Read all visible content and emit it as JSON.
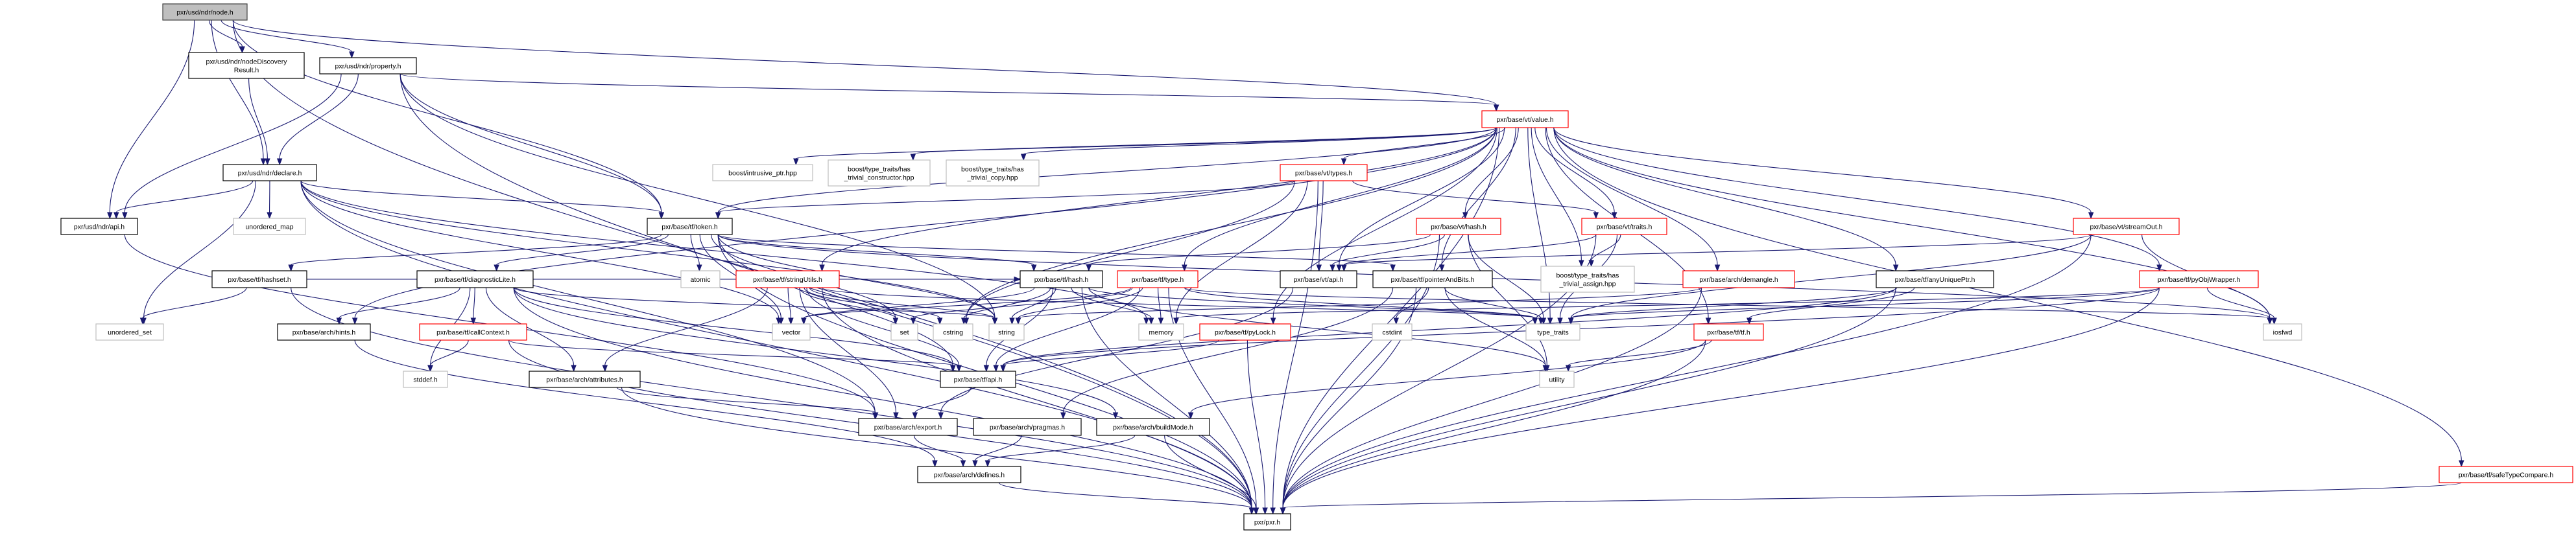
{
  "colors": {
    "edge": "#191970",
    "normal_border": "#000000",
    "truncated_border": "#ff0000",
    "external_border": "#bfbfbf",
    "root_fill": "#bfbfbf",
    "fill": "#ffffff"
  },
  "nodes": [
    {
      "lines": [
        "pxr/usd/ndr/node.h"
      ],
      "border": "#404040",
      "fill": "#bfbfbf",
      "to": [
        49,
        1,
        2,
        3,
        4,
        6,
        7
      ]
    },
    {
      "lines": [
        "pxr/usd/ndr/nodeDiscovery",
        "Result.h"
      ],
      "border": "#000000",
      "to": [
        3
      ]
    },
    {
      "lines": [
        "pxr/usd/ndr/property.h"
      ],
      "border": "#000000",
      "to": [
        7,
        3,
        4,
        6,
        49,
        33
      ]
    },
    {
      "lines": [
        "pxr/usd/ndr/declare.h"
      ],
      "border": "#000000",
      "to": [
        4,
        5,
        6,
        27,
        30,
        33,
        34,
        49,
        44
      ]
    },
    {
      "lines": [
        "pxr/usd/ndr/api.h"
      ],
      "border": "#000000",
      "to": [
        44
      ]
    },
    {
      "lines": [
        "unordered_map"
      ],
      "border": "#bfbfbf",
      "to": []
    },
    {
      "lines": [
        "pxr/base/tf/token.h"
      ],
      "border": "#000000",
      "to": [
        15,
        16,
        17,
        30,
        33,
        31,
        19,
        22,
        42,
        49,
        39
      ]
    },
    {
      "lines": [
        "pxr/base/vt/value.h"
      ],
      "border": "#ff0000",
      "to": [
        8,
        9,
        10,
        11,
        12,
        13,
        14,
        21,
        23,
        24,
        25,
        26,
        48,
        38,
        20,
        35,
        6,
        28,
        18,
        22,
        37,
        39,
        49,
        32
      ]
    },
    {
      "lines": [
        "boost/intrusive_ptr.hpp"
      ],
      "border": "#bfbfbf",
      "to": []
    },
    {
      "lines": [
        "boost/type_traits/has",
        "_trivial_constructor.hpp"
      ],
      "border": "#bfbfbf",
      "to": []
    },
    {
      "lines": [
        "boost/type_traits/has",
        "_trivial_copy.hpp"
      ],
      "border": "#bfbfbf",
      "to": []
    },
    {
      "lines": [
        "pxr/base/vt/types.h"
      ],
      "border": "#ff0000",
      "to": [
        6,
        21,
        13,
        49,
        32,
        34
      ]
    },
    {
      "lines": [
        "pxr/base/vt/hash.h"
      ],
      "border": "#ff0000",
      "to": [
        21,
        19,
        37,
        43,
        49
      ]
    },
    {
      "lines": [
        "pxr/base/vt/traits.h"
      ],
      "border": "#ff0000",
      "to": [
        21,
        23,
        37,
        49
      ]
    },
    {
      "lines": [
        "pxr/base/vt/streamOut.h"
      ],
      "border": "#ff0000",
      "to": [
        21,
        39,
        49,
        37
      ]
    },
    {
      "lines": [
        "pxr/base/tf/hashset.h"
      ],
      "border": "#000000",
      "to": [
        27,
        19,
        49
      ]
    },
    {
      "lines": [
        "pxr/base/tf/diagnosticLite.h"
      ],
      "border": "#000000",
      "to": [
        28,
        40,
        29,
        41,
        42,
        33,
        46,
        49
      ]
    },
    {
      "lines": [
        "atomic"
      ],
      "border": "#bfbfbf",
      "to": []
    },
    {
      "lines": [
        "pxr/base/tf/stringUtils.h"
      ],
      "border": "#ff0000",
      "to": [
        30,
        31,
        33,
        32,
        42,
        41,
        44,
        49,
        37
      ]
    },
    {
      "lines": [
        "pxr/base/tf/hash.h"
      ],
      "border": "#000000",
      "to": [
        30,
        33,
        32,
        42,
        37,
        43,
        49,
        34
      ]
    },
    {
      "lines": [
        "pxr/base/tf/type.h"
      ],
      "border": "#ff0000",
      "to": [
        30,
        31,
        33,
        34,
        42,
        37,
        39,
        49
      ]
    },
    {
      "lines": [
        "pxr/base/vt/api.h"
      ],
      "border": "#000000",
      "to": [
        44
      ]
    },
    {
      "lines": [
        "pxr/base/tf/pointerAndBits.h"
      ],
      "border": "#000000",
      "to": [
        36,
        37,
        43,
        45,
        49
      ]
    },
    {
      "lines": [
        "boost/type_traits/has",
        "_trivial_assign.hpp"
      ],
      "border": "#bfbfbf",
      "to": []
    },
    {
      "lines": [
        "pxr/base/arch/demangle.h"
      ],
      "border": "#ff0000",
      "to": [
        49,
        33
      ]
    },
    {
      "lines": [
        "pxr/base/tf/anyUniquePtr.h"
      ],
      "border": "#000000",
      "to": [
        37,
        42,
        49,
        38
      ]
    },
    {
      "lines": [
        "pxr/base/tf/pyObjWrapper.h"
      ],
      "border": "#ff0000",
      "to": [
        37,
        39,
        42,
        49,
        34
      ]
    },
    {
      "lines": [
        "unordered_set"
      ],
      "border": "#bfbfbf",
      "to": []
    },
    {
      "lines": [
        "pxr/base/arch/hints.h"
      ],
      "border": "#000000",
      "to": [
        47
      ]
    },
    {
      "lines": [
        "pxr/base/tf/callContext.h"
      ],
      "border": "#ff0000",
      "to": [
        40,
        42,
        49
      ]
    },
    {
      "lines": [
        "vector"
      ],
      "border": "#bfbfbf",
      "to": []
    },
    {
      "lines": [
        "set"
      ],
      "border": "#bfbfbf",
      "to": []
    },
    {
      "lines": [
        "cstring"
      ],
      "border": "#bfbfbf",
      "to": []
    },
    {
      "lines": [
        "string"
      ],
      "border": "#bfbfbf",
      "to": []
    },
    {
      "lines": [
        "memory"
      ],
      "border": "#bfbfbf",
      "to": []
    },
    {
      "lines": [
        "pxr/base/tf/pyLock.h"
      ],
      "border": "#ff0000",
      "to": [
        42,
        49
      ]
    },
    {
      "lines": [
        "cstdint"
      ],
      "border": "#bfbfbf",
      "to": []
    },
    {
      "lines": [
        "type_traits"
      ],
      "border": "#bfbfbf",
      "to": []
    },
    {
      "lines": [
        "pxr/base/tf/tf.h"
      ],
      "border": "#ff0000",
      "to": [
        43,
        46,
        49
      ]
    },
    {
      "lines": [
        "iosfwd"
      ],
      "border": "#bfbfbf",
      "to": []
    },
    {
      "lines": [
        "stddef.h"
      ],
      "border": "#bfbfbf",
      "to": []
    },
    {
      "lines": [
        "pxr/base/arch/attributes.h"
      ],
      "border": "#000000",
      "to": [
        44,
        49
      ]
    },
    {
      "lines": [
        "pxr/base/tf/api.h"
      ],
      "border": "#000000",
      "to": [
        44
      ]
    },
    {
      "lines": [
        "utility"
      ],
      "border": "#bfbfbf",
      "to": []
    },
    {
      "lines": [
        "pxr/base/arch/export.h"
      ],
      "border": "#000000",
      "to": [
        47
      ]
    },
    {
      "lines": [
        "pxr/base/arch/pragmas.h"
      ],
      "border": "#000000",
      "to": [
        47
      ]
    },
    {
      "lines": [
        "pxr/base/arch/buildMode.h"
      ],
      "border": "#000000",
      "to": [
        47,
        49
      ]
    },
    {
      "lines": [
        "pxr/base/arch/defines.h"
      ],
      "border": "#000000",
      "to": [
        49
      ]
    },
    {
      "lines": [
        "pxr/base/tf/safeTypeCompare.h"
      ],
      "border": "#ff0000",
      "to": [
        49
      ]
    },
    {
      "lines": [
        "pxr/pxr.h"
      ],
      "border": "#000000",
      "to": []
    }
  ]
}
